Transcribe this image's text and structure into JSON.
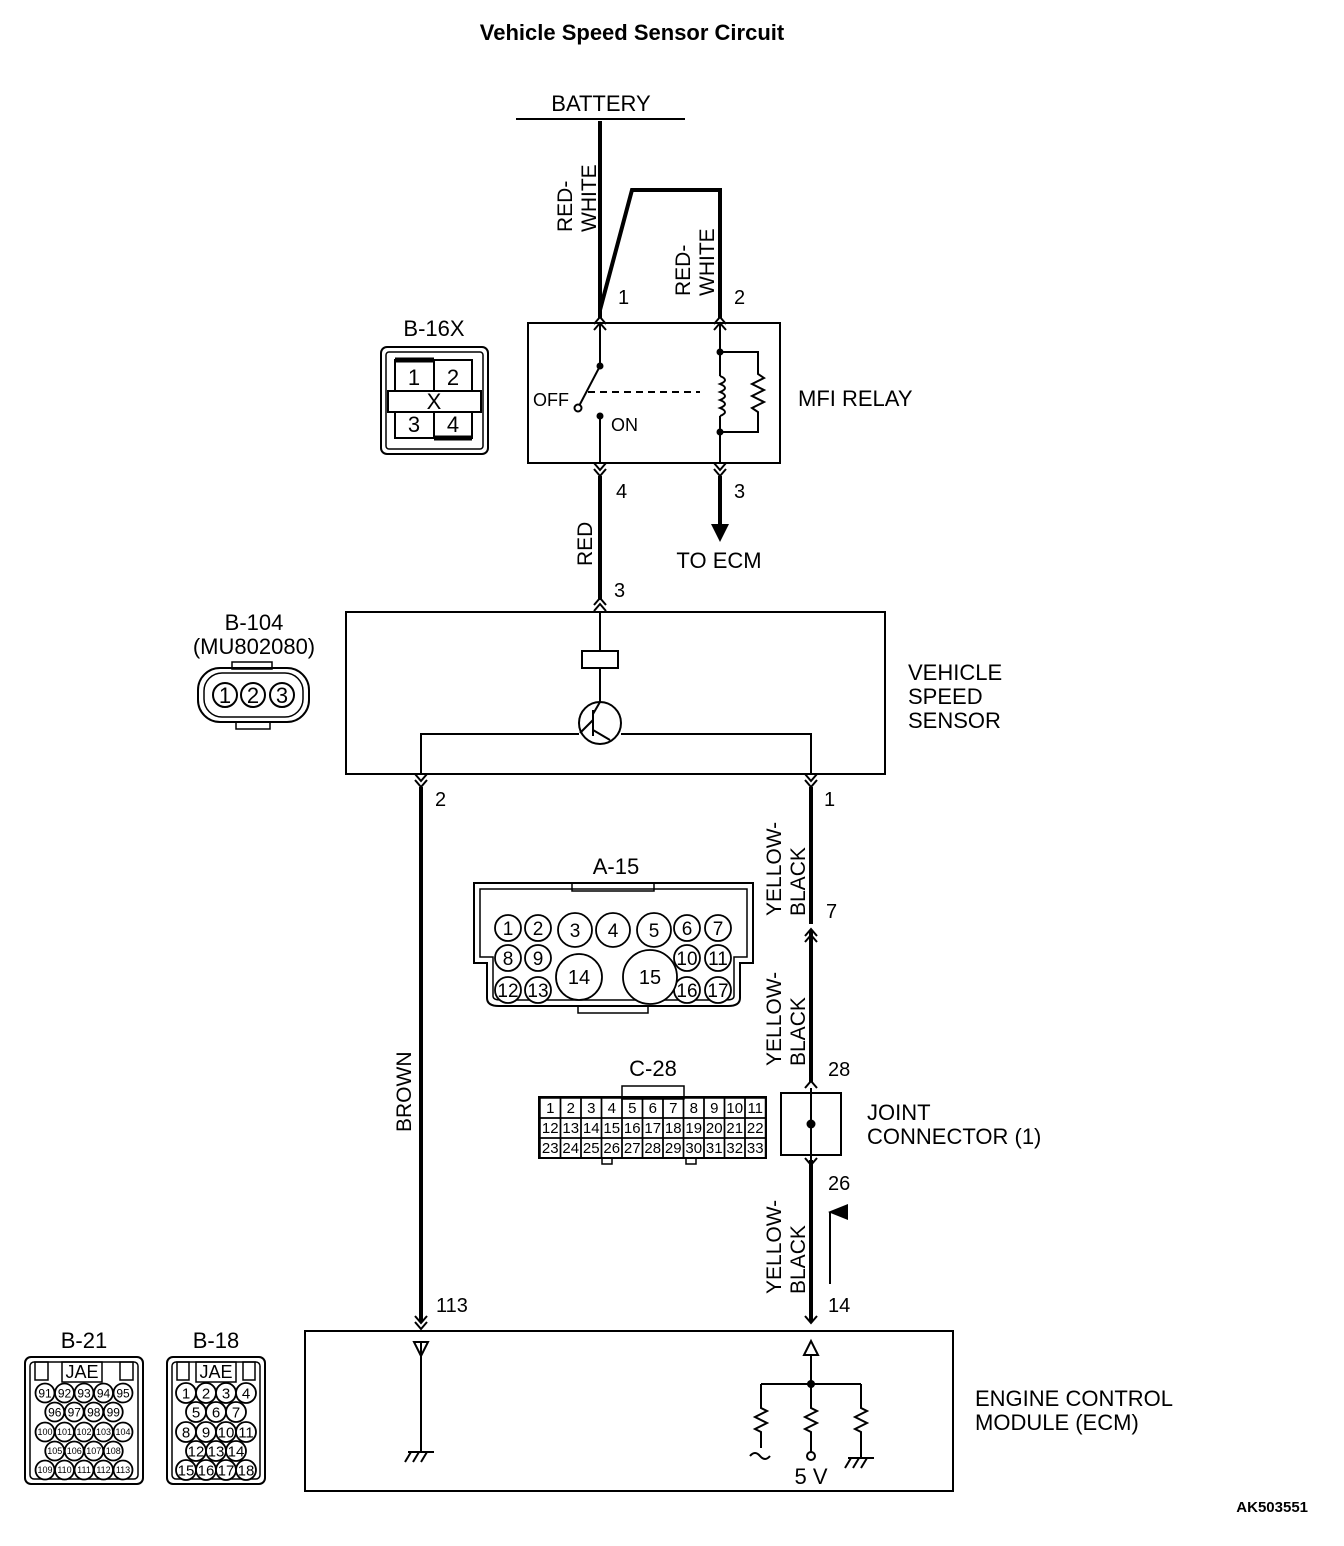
{
  "title": "Vehicle Speed Sensor Circuit",
  "doc_id": "AK503551",
  "battery": "BATTERY",
  "wires": {
    "red_white_1": [
      "RED-",
      "WHITE"
    ],
    "red_white_2": [
      "RED-",
      "WHITE"
    ],
    "red": "RED",
    "brown": "BROWN",
    "yellow_black_1": [
      "YELLOW-",
      "BLACK"
    ],
    "yellow_black_2": [
      "YELLOW-",
      "BLACK"
    ],
    "yellow_black_3": [
      "YELLOW-",
      "BLACK"
    ]
  },
  "relay": {
    "label": "MFI RELAY",
    "connector_id": "B-16X",
    "connector_pins": [
      "1",
      "2",
      "X",
      "3",
      "4"
    ],
    "off": "OFF",
    "on": "ON",
    "pins": {
      "p1": "1",
      "p2": "2",
      "p3": "3",
      "p4": "4"
    },
    "to_ecm": "TO ECM"
  },
  "sensor": {
    "label": [
      "VEHICLE",
      "SPEED",
      "SENSOR"
    ],
    "connector_id": "B-104",
    "part_no": "(MU802080)",
    "connector_pins": [
      "1",
      "2",
      "3"
    ],
    "pins": {
      "p3": "3",
      "p2": "2",
      "p1": "1"
    }
  },
  "a15": {
    "id": "A-15",
    "pins": [
      "1",
      "2",
      "3",
      "4",
      "5",
      "6",
      "7",
      "8",
      "9",
      "10",
      "11",
      "12",
      "13",
      "14",
      "15",
      "16",
      "17"
    ],
    "pin_on_wire": "7"
  },
  "c28": {
    "id": "C-28",
    "rows": [
      [
        "1",
        "2",
        "3",
        "4",
        "5",
        "6",
        "7",
        "8",
        "9",
        "10",
        "11"
      ],
      [
        "12",
        "13",
        "14",
        "15",
        "16",
        "17",
        "18",
        "19",
        "20",
        "21",
        "22"
      ],
      [
        "23",
        "24",
        "25",
        "26",
        "27",
        "28",
        "29",
        "30",
        "31",
        "32",
        "33"
      ]
    ]
  },
  "joint": {
    "label": [
      "JOINT",
      "CONNECTOR (1)"
    ],
    "pin_in": "28",
    "pin_out": "26"
  },
  "ecm": {
    "label": [
      "ENGINE CONTROL",
      "MODULE (ECM)"
    ],
    "pin_brown": "113",
    "pin_signal": "14",
    "voltage": "5 V"
  },
  "b21": {
    "id": "B-21",
    "brand": "JAE",
    "rows": [
      [
        "91",
        "92",
        "93",
        "94",
        "95"
      ],
      [
        "96",
        "97",
        "98",
        "99"
      ],
      [
        "100",
        "101",
        "102",
        "103",
        "104"
      ],
      [
        "105",
        "106",
        "107",
        "108"
      ],
      [
        "109",
        "110",
        "111",
        "112",
        "113"
      ]
    ]
  },
  "b18": {
    "id": "B-18",
    "brand": "JAE",
    "rows": [
      [
        "1",
        "2",
        "3",
        "4"
      ],
      [
        "5",
        "6",
        "7"
      ],
      [
        "8",
        "9",
        "10",
        "11"
      ],
      [
        "12",
        "13",
        "14"
      ],
      [
        "15",
        "16",
        "17",
        "18"
      ]
    ]
  }
}
